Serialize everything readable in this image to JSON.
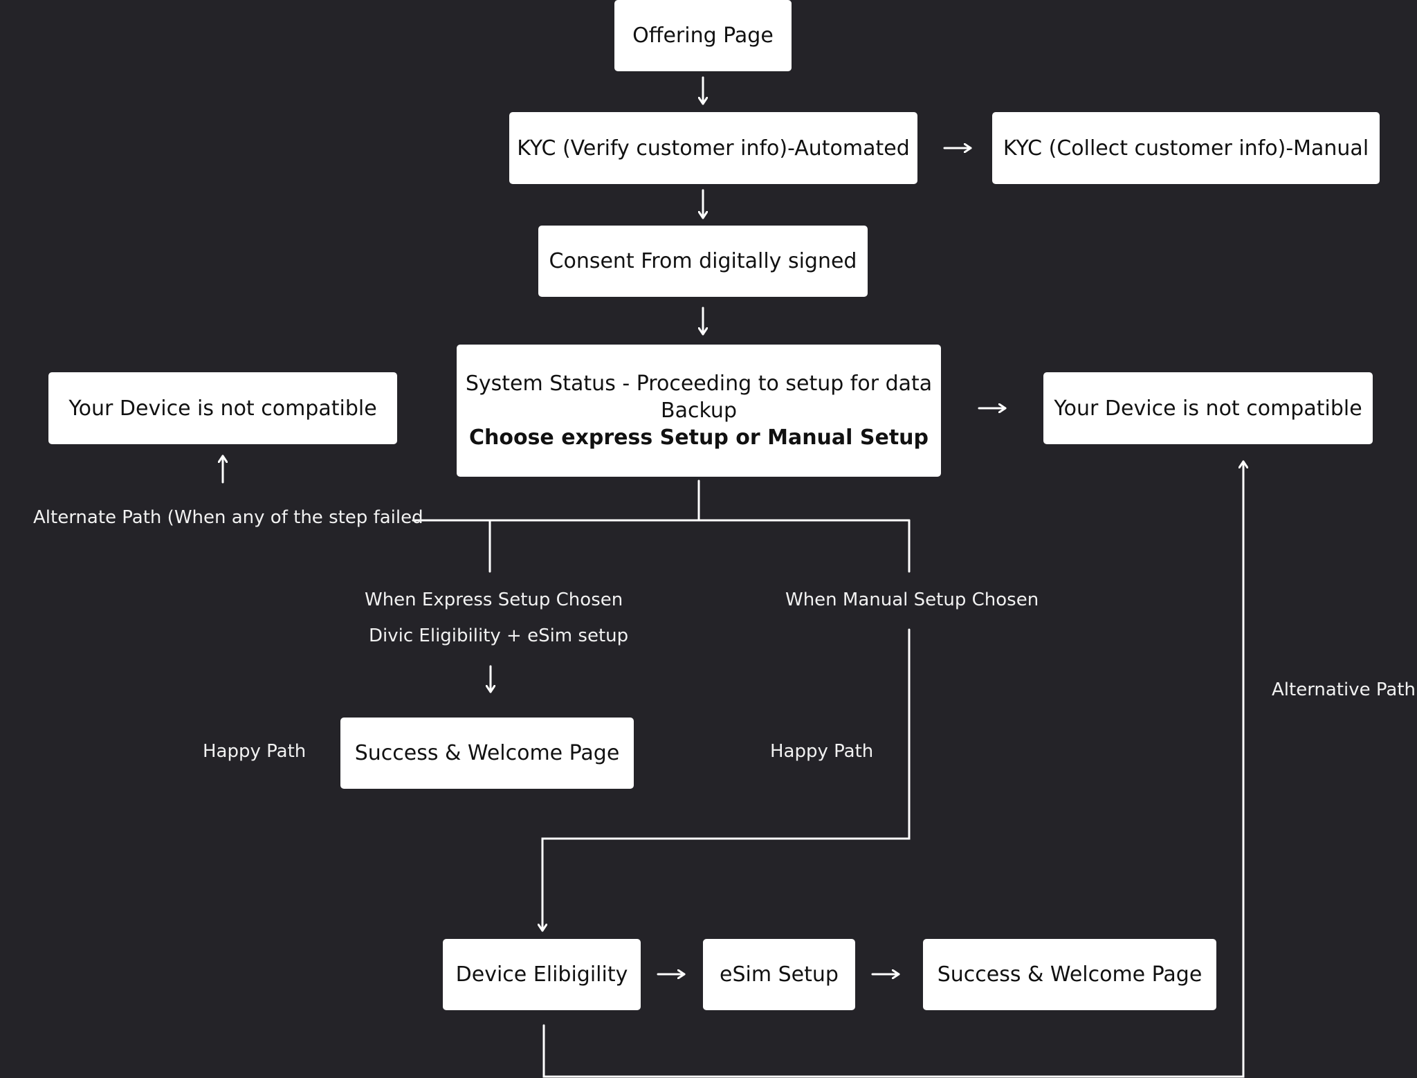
{
  "nodes": {
    "offering": "Offering Page",
    "kyc_auto": "KYC (Verify customer info)-Automated",
    "kyc_manual": "KYC (Collect customer info)-Manual",
    "consent": "Consent From digitally signed",
    "system_status": {
      "line1": "System Status - Proceeding to setup for data",
      "line2": "Backup",
      "line3": "Choose express Setup or Manual Setup"
    },
    "not_compatible_left": "Your Device is not compatible",
    "not_compatible_right": "Your Device is not compatible",
    "success_express": "Success & Welcome Page",
    "device_eligibility": "Device Elibigility",
    "esim_setup": "eSim Setup",
    "success_manual": "Success & Welcome Page"
  },
  "labels": {
    "alternate_path": "Alternate Path (When any of the step failed",
    "express_chosen": "When Express Setup Chosen",
    "express_detail": "Divic Eligibility + eSim setup",
    "manual_chosen": "When Manual Setup Chosen",
    "happy_path_left": "Happy Path",
    "happy_path_right": "Happy Path",
    "alternative_path": "Alternative Path"
  },
  "colors": {
    "background": "#242328",
    "node_fill": "#ffffff",
    "line": "#ffffff"
  }
}
